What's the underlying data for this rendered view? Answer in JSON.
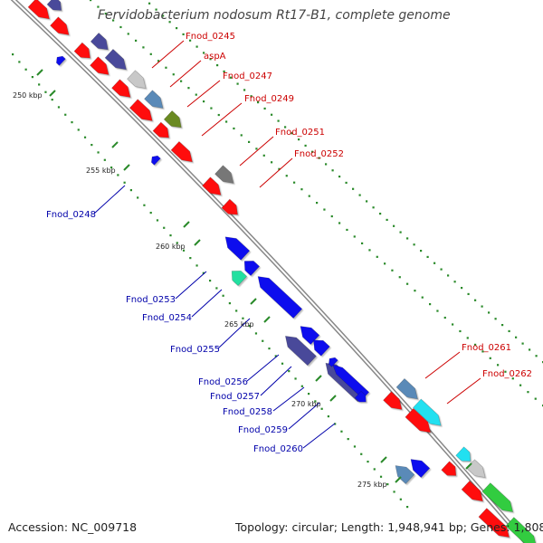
{
  "title": "Fervidobacterium nodosum Rt17-B1, complete genome",
  "footer": {
    "accession": "Accession: NC_009718",
    "summary": "Topology: circular; Length: 1,948,941 bp; Genes: 1,808"
  },
  "kbp_labels": [
    "250 kbp",
    "255 kbp",
    "260 kbp",
    "265 kbp",
    "270 kbp",
    "275 kbp"
  ],
  "colors": {
    "red": "#ff1010",
    "blue": "#1010ee",
    "indigo": "#4a4a9a",
    "steel": "#5a8ab8",
    "olive": "#6a8a20",
    "gray": "#777777",
    "silver": "#c8c8c8",
    "cyan": "#20e0f0",
    "mint": "#20e0a0",
    "green": "#30cc40",
    "backbone": "#888888",
    "tick": "#2a8a2a",
    "red_label": "#cc0000",
    "blue_label": "#0000aa"
  },
  "genes": {
    "forward": [
      "Fnod_0245",
      "aspA",
      "Fnod_0247",
      "Fnod_0249",
      "Fnod_0251",
      "Fnod_0252",
      "Fnod_0261",
      "Fnod_0262"
    ],
    "reverse": [
      "Fnod_0248",
      "Fnod_0253",
      "Fnod_0254",
      "Fnod_0255",
      "Fnod_0256",
      "Fnod_0257",
      "Fnod_0258",
      "Fnod_0259",
      "Fnod_0260"
    ]
  }
}
